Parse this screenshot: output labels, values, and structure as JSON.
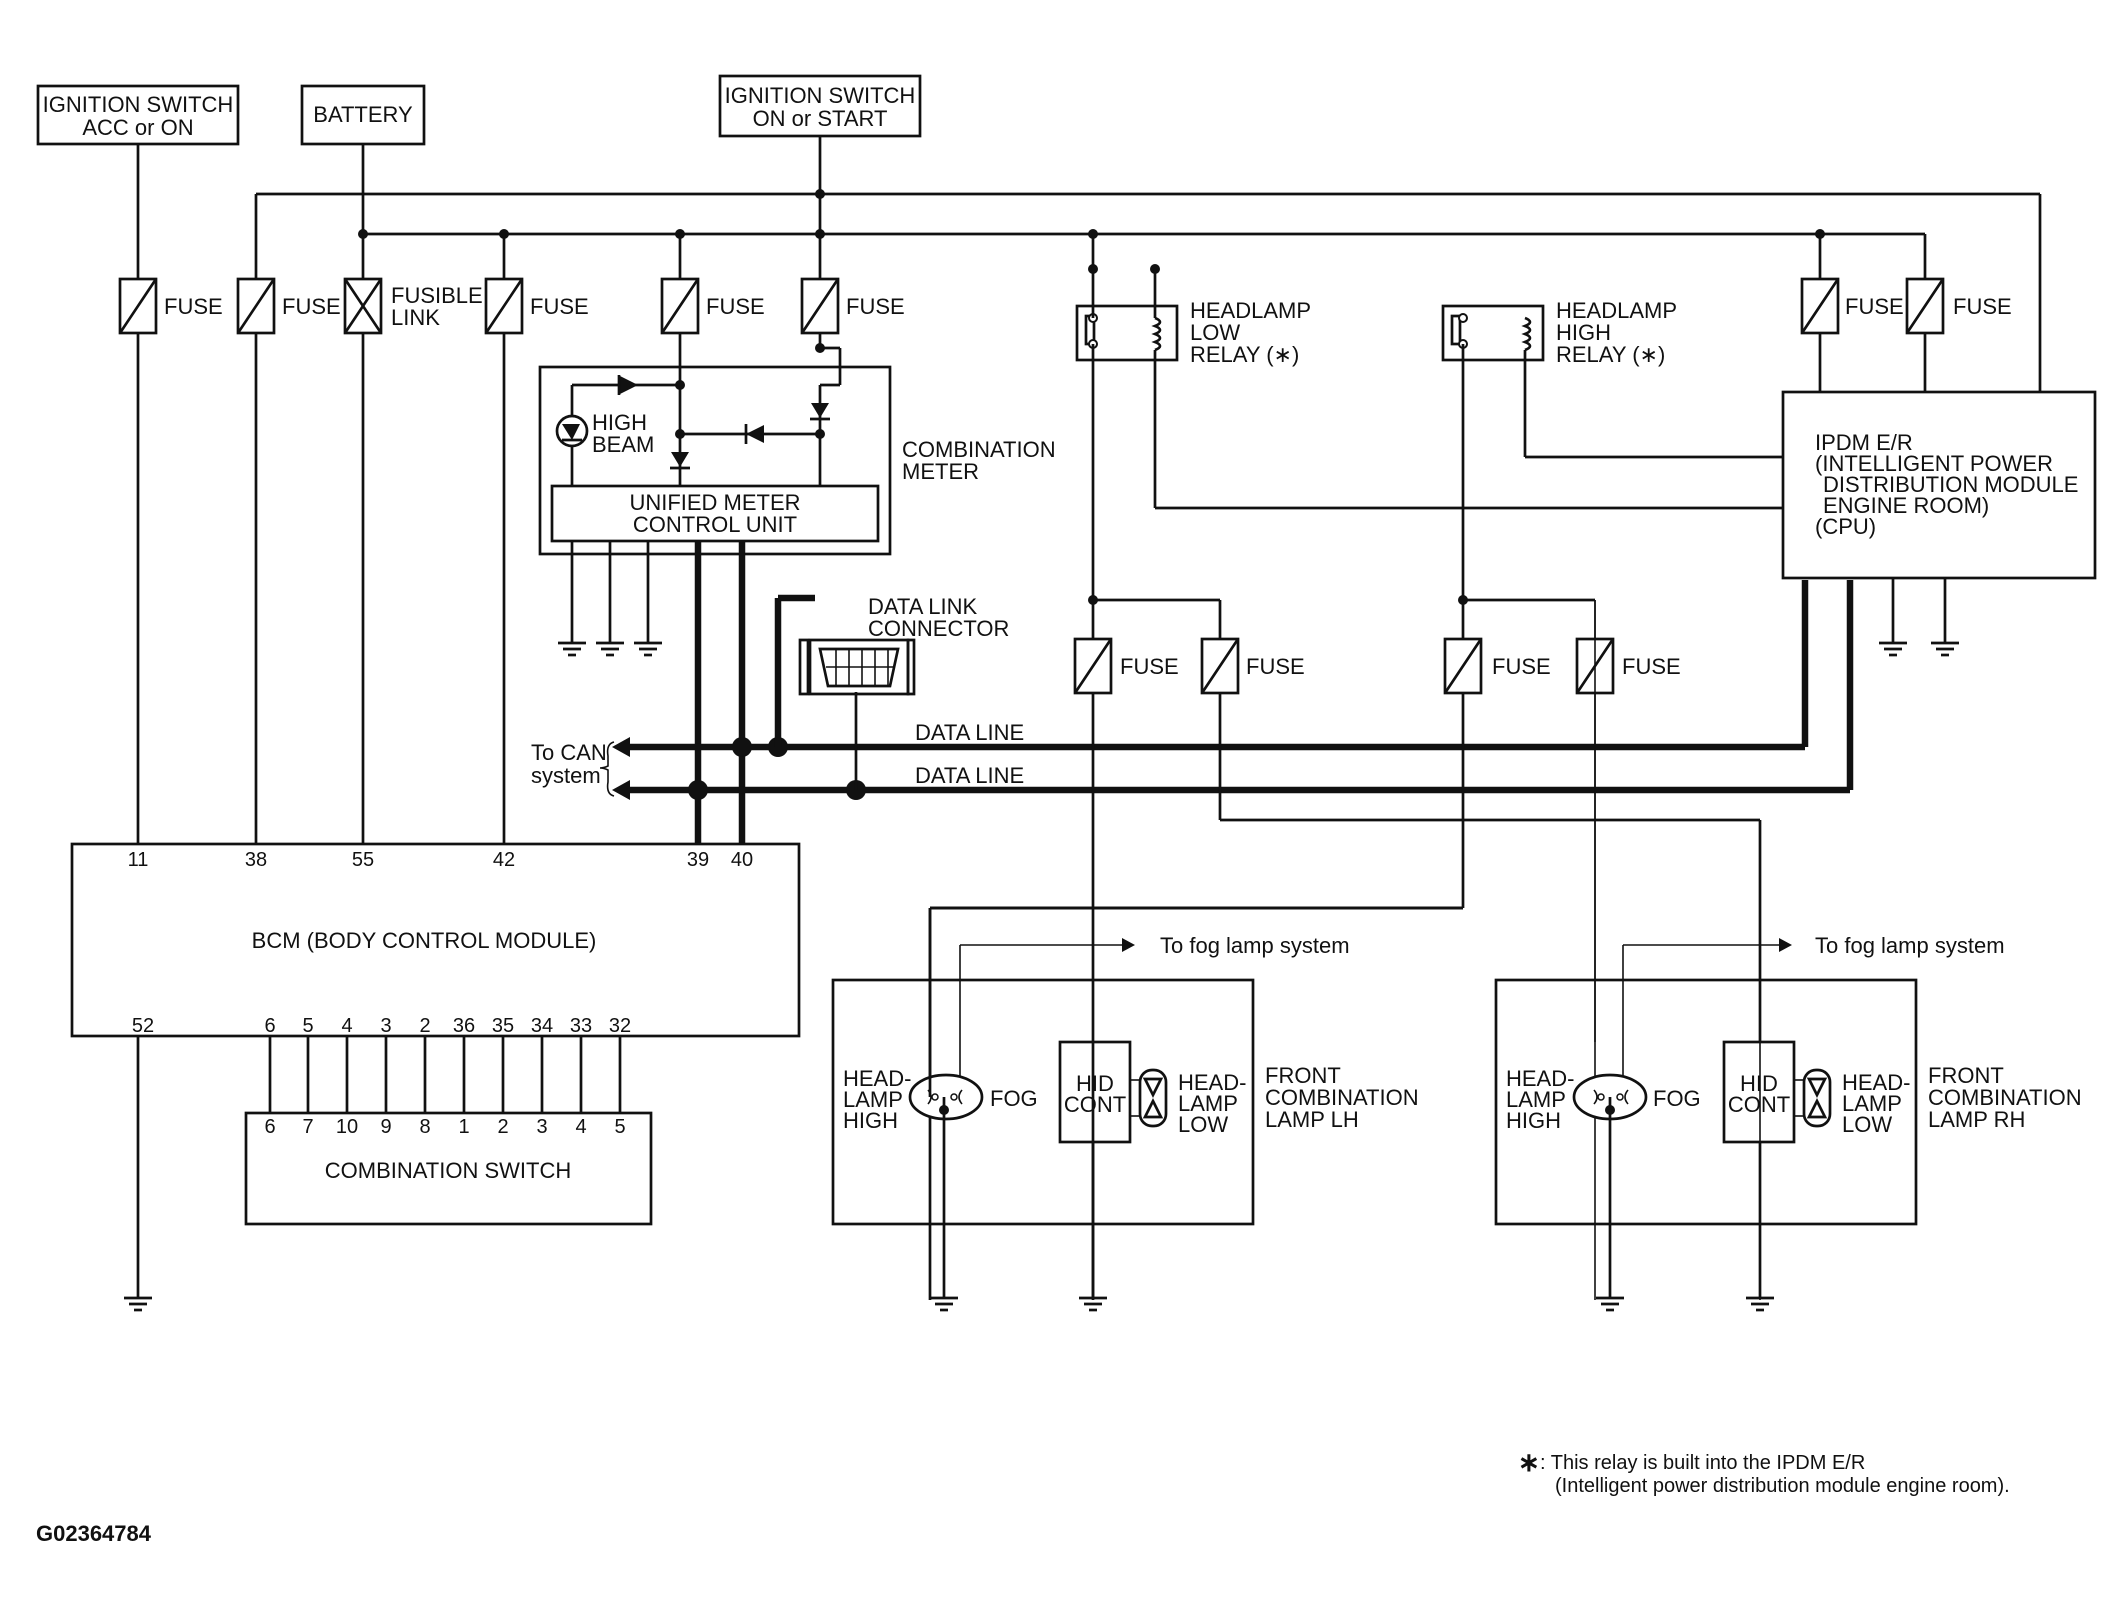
{
  "sources": {
    "ign_acc_line1": "IGNITION SWITCH",
    "ign_acc_line2": "ACC or ON",
    "battery": "BATTERY",
    "ign_on_line1": "IGNITION SWITCH",
    "ign_on_line2": "ON or START"
  },
  "fuse_label": "FUSE",
  "fusible_link_line1": "FUSIBLE",
  "fusible_link_line2": "LINK",
  "combination_meter": {
    "name_line1": "COMBINATION",
    "name_line2": "METER",
    "high_beam_line1": "HIGH",
    "high_beam_line2": "BEAM",
    "unit_line1": "UNIFIED METER",
    "unit_line2": "CONTROL UNIT"
  },
  "relays": {
    "low_line1": "HEADLAMP",
    "low_line2": "LOW",
    "low_line3": "RELAY (∗)",
    "high_line1": "HEADLAMP",
    "high_line2": "HIGH",
    "high_line3": "RELAY (∗)"
  },
  "ipdm": {
    "line1": "IPDM E/R",
    "line2": "(INTELLIGENT POWER",
    "line3": "DISTRIBUTION MODULE",
    "line4": "ENGINE ROOM)",
    "line5": "(CPU)"
  },
  "data_link_connector_line1": "DATA LINK",
  "data_link_connector_line2": "CONNECTOR",
  "can": {
    "to_can_line1": "To CAN",
    "to_can_line2": "system",
    "data_line_1": "DATA LINE",
    "data_line_2": "DATA LINE"
  },
  "bcm": {
    "name": "BCM (BODY CONTROL MODULE)",
    "top_pins": [
      "11",
      "38",
      "55",
      "42",
      "39",
      "40"
    ],
    "bottom_pins": [
      "52",
      "6",
      "5",
      "4",
      "3",
      "2",
      "36",
      "35",
      "34",
      "33",
      "32"
    ]
  },
  "combination_switch": {
    "name": "COMBINATION SWITCH",
    "pins": [
      "6",
      "7",
      "10",
      "9",
      "8",
      "1",
      "2",
      "3",
      "4",
      "5"
    ]
  },
  "fog_note": "To fog lamp system",
  "lamp_lh": {
    "head_line1": "HEAD-",
    "head_line2": "LAMP",
    "head_line3": "HIGH",
    "fog": "FOG",
    "hid_line1": "HID",
    "hid_line2": "CONT",
    "low_line1": "HEAD-",
    "low_line2": "LAMP",
    "low_line3": "LOW",
    "name_line1": "FRONT",
    "name_line2": "COMBINATION",
    "name_line3": "LAMP LH"
  },
  "lamp_rh": {
    "head_line1": "HEAD-",
    "head_line2": "LAMP",
    "head_line3": "HIGH",
    "fog": "FOG",
    "hid_line1": "HID",
    "hid_line2": "CONT",
    "low_line1": "HEAD-",
    "low_line2": "LAMP",
    "low_line3": "LOW",
    "name_line1": "FRONT",
    "name_line2": "COMBINATION",
    "name_line3": "LAMP RH"
  },
  "footnote": {
    "star": "∗",
    "line1": ": This relay is built into the IPDM E/R",
    "line2": "(Intelligent power distribution module engine room)."
  },
  "figure_id": "G02364784"
}
